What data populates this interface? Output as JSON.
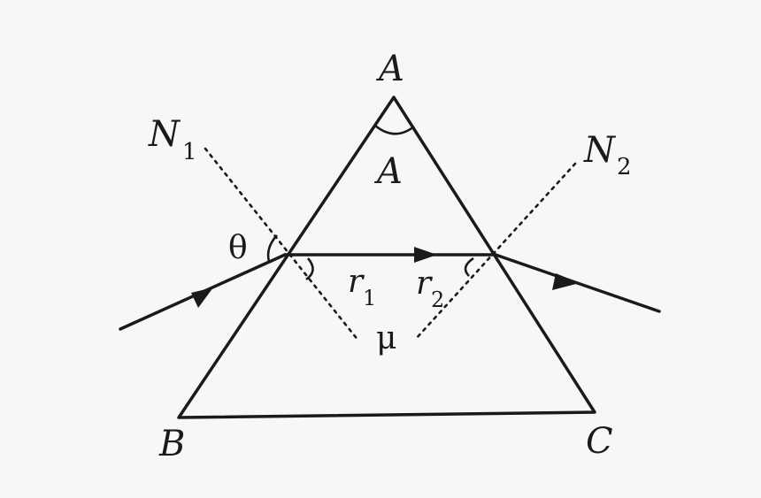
{
  "labels": {
    "apex": "A",
    "apex_angle": "A",
    "base_left": "B",
    "base_right": "C",
    "normal1": "N",
    "normal1_sub": "1",
    "normal2": "N",
    "normal2_sub": "2",
    "incidence_angle": "θ",
    "refraction1": "r",
    "refraction1_sub": "1",
    "refraction2": "r",
    "refraction2_sub": "2",
    "refractive_index": "μ"
  }
}
